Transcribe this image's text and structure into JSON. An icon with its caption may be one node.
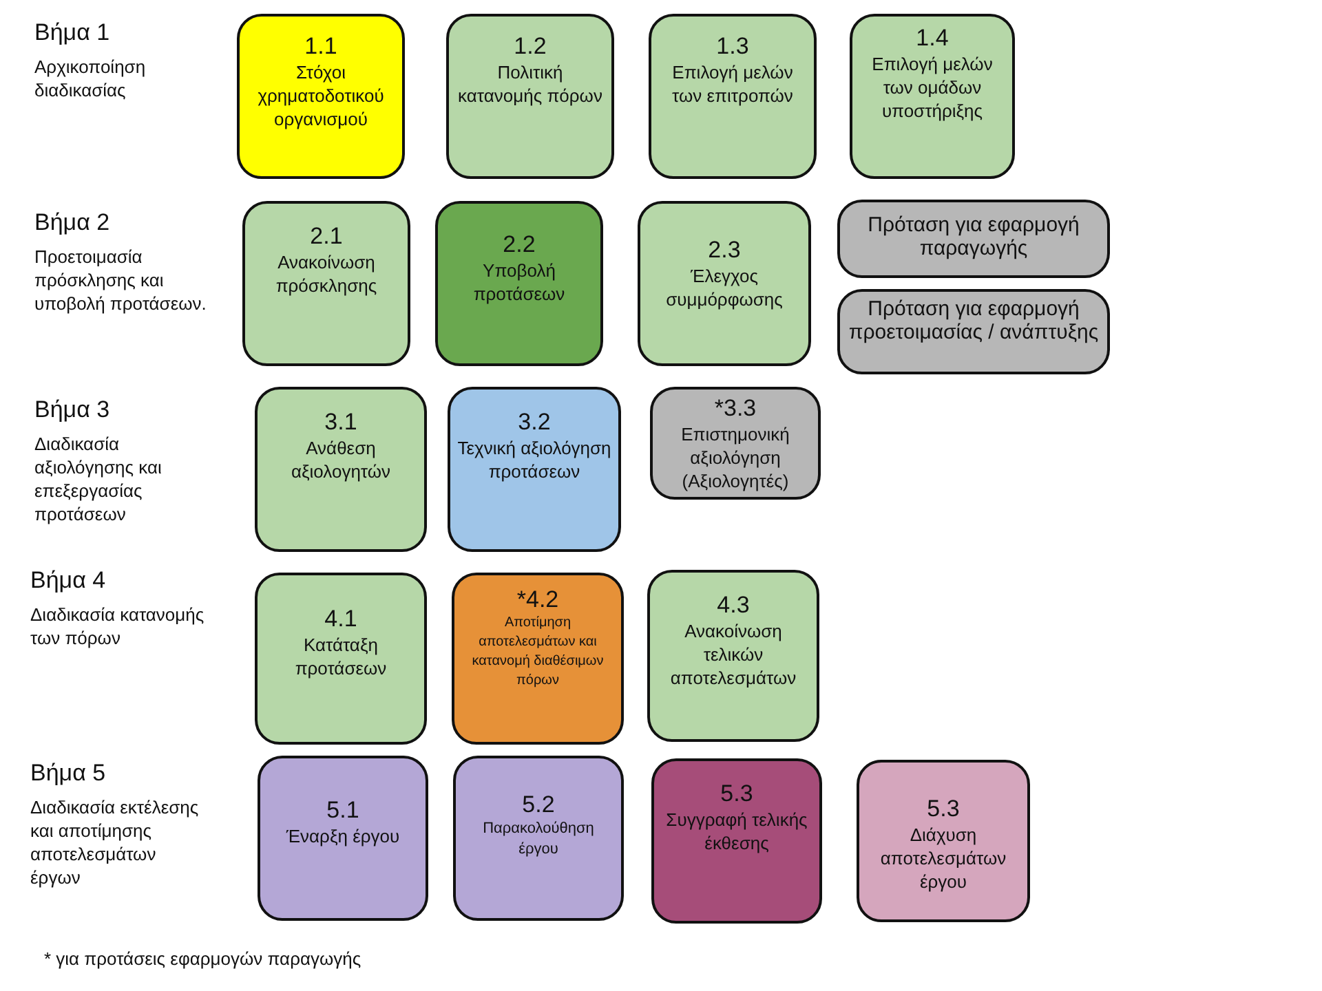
{
  "diagram": {
    "nodes": [
      {
        "text": [
          "1.1",
          "Στόχοι χρηματοδοτικού οργανισμού"
        ]
      },
      {
        "text": [
          "1.2",
          "Πολιτική κατανομής πόρων"
        ]
      },
      {
        "text": [
          "1.3",
          "Επιλογή μελών των επιτροπών"
        ]
      },
      {
        "text": [
          "1.4",
          "Επιλογή μελών των ομάδων υποστήριξης"
        ]
      },
      {
        "text": [
          "2.1",
          "Ανακοίνωση πρόσκλησης"
        ]
      },
      {
        "text": [
          "2.2",
          "Υποβολή προτάσεων"
        ]
      },
      {
        "text": [
          "2.3",
          "Έλεγχος συμμόρφωσης"
        ]
      },
      {
        "text": [
          "Πρόταση για εφαρμογή παραγωγής"
        ]
      },
      {
        "text": [
          "Πρόταση για εφαρμογή προετοιμασίας / ανάπτυξης"
        ]
      },
      {
        "text": [
          "3.1",
          "Ανάθεση αξιολογητών"
        ]
      },
      {
        "text": [
          "3.2",
          "Τεχνική αξιολόγηση προτάσεων"
        ]
      },
      {
        "text": [
          "*3.3",
          "Επιστημονική αξιολόγηση (Αξιολογητές)"
        ]
      },
      {
        "text": [
          "4.1",
          "Κατάταξη προτάσεων"
        ]
      },
      {
        "text": [
          "*4.2",
          "Αποτίμηση αποτελεσμάτων και κατανομή διαθέσιμων πόρων"
        ]
      },
      {
        "text": [
          "4.3",
          "Ανακοίνωση τελικών αποτελεσμάτων"
        ]
      },
      {
        "text": [
          "5.1",
          "Έναρξη έργου"
        ]
      },
      {
        "text": [
          "5.2",
          "Παρακολούθηση έργου"
        ]
      },
      {
        "text": [
          "5.3",
          "Συγγραφή τελικής έκθεσης"
        ]
      },
      {
        "text": [
          "5.3",
          "Διάχυση αποτελεσμάτων έργου"
        ]
      }
    ],
    "labels": [
      "Βήμα 1",
      "Αρχικοποίηση διαδικασίας",
      "Βήμα 2",
      "Προετοιμασία πρόσκλησης και υποβολή προτάσεων.",
      "Βήμα 3",
      "Διαδικασία αξιολόγησης και επεξεργασίας προτάσεων",
      "Βήμα 4",
      "Διαδικασία κατανομής των πόρων",
      "Βήμα 5",
      "Διαδικασία εκτέλεσης και αποτίμησης αποτελεσμάτων έργων",
      "* για προτάσεις εφαρμογών παραγωγής"
    ]
  }
}
